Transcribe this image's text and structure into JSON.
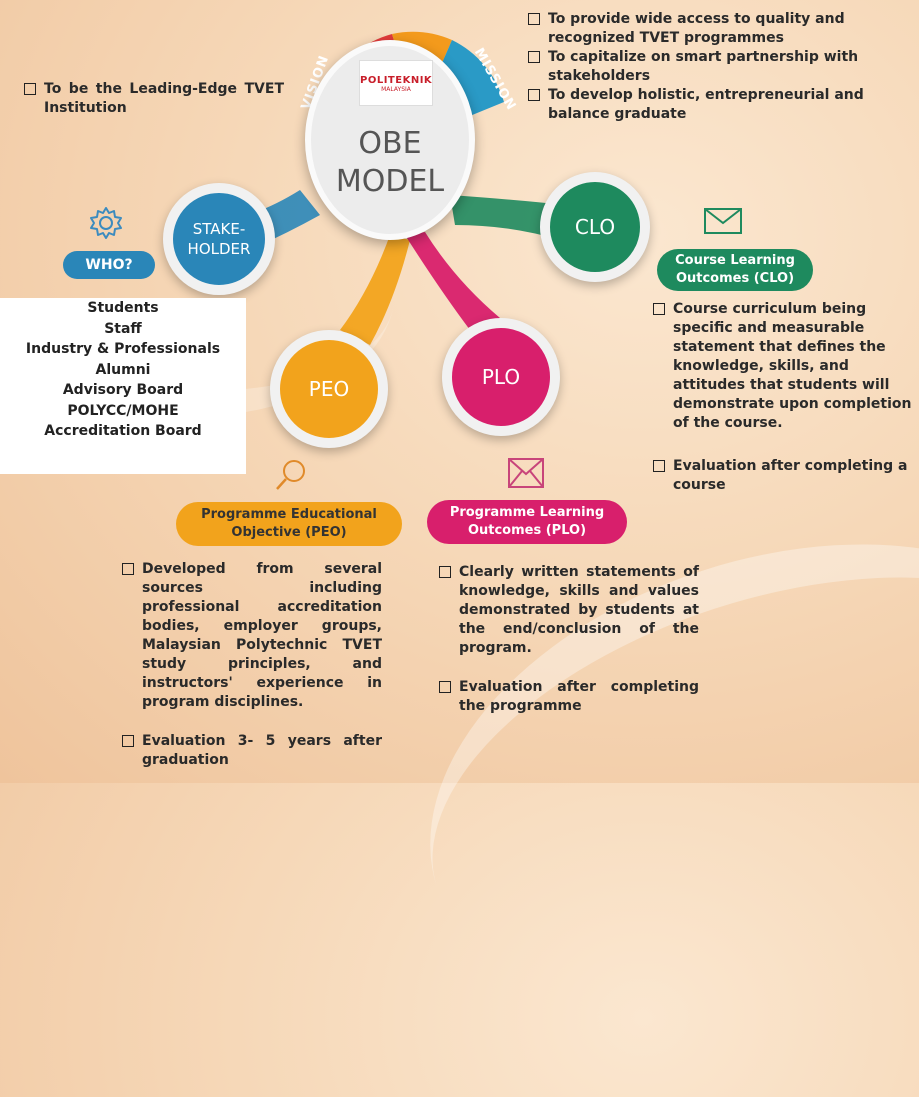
{
  "center": {
    "title_line1": "OBE",
    "title_line2": "MODEL",
    "logo_text": "POLITEKNIK",
    "logo_sub": "MALAYSIA",
    "vision_label": "VISION",
    "mission_label": "MISSION"
  },
  "vision": {
    "items": [
      "To be the Leading-Edge TVET Institution"
    ]
  },
  "mission": {
    "items": [
      "To provide wide access to quality and recognized TVET programmes",
      "To capitalize on smart partnership with stakeholders",
      "To develop holistic, entrepreneurial and balance graduate"
    ]
  },
  "stakeholder": {
    "node_label_1": "STAKE-",
    "node_label_2": "HOLDER",
    "pill": "WHO?",
    "list": [
      "Students",
      "Staff",
      "Industry & Professionals",
      "Alumni",
      "Advisory Board",
      "POLYCC/MOHE",
      "Accreditation Board"
    ]
  },
  "clo": {
    "node_label": "CLO",
    "pill": "Course Learning Outcomes (CLO)",
    "items": [
      "Course curriculum being specific and measurable statement that defines the knowledge, skills, and attitudes that students will demonstrate upon completion of the course.",
      "Evaluation after completing a course"
    ]
  },
  "peo": {
    "node_label": "PEO",
    "pill": "Programme Educational Objective (PEO)",
    "items": [
      "Developed from several sources including professional accreditation bodies, employer groups, Malaysian Polytechnic TVET study principles, and instructors' experience in program disciplines.",
      "Evaluation 3- 5 years after graduation"
    ]
  },
  "plo": {
    "node_label": "PLO",
    "pill": "Programme Learning Outcomes (PLO)",
    "items": [
      "Clearly written statements of knowledge, skills and values demonstrated by students at the end/conclusion of the program.",
      "Evaluation after completing the programme"
    ]
  },
  "colors": {
    "stakeholder": "#2a86b8",
    "clo": "#1e8a5e",
    "peo": "#f2a31c",
    "plo": "#d81f6c",
    "vision_arc": "#2aa58a",
    "mission_arc": "#2a9ac6",
    "top_arc_red": "#e23b3b",
    "top_arc_orange": "#f39a1c"
  },
  "icons": {
    "who": "gear-icon",
    "clo": "envelope-icon",
    "peo": "magnifier-icon",
    "plo": "envelope-icon"
  }
}
